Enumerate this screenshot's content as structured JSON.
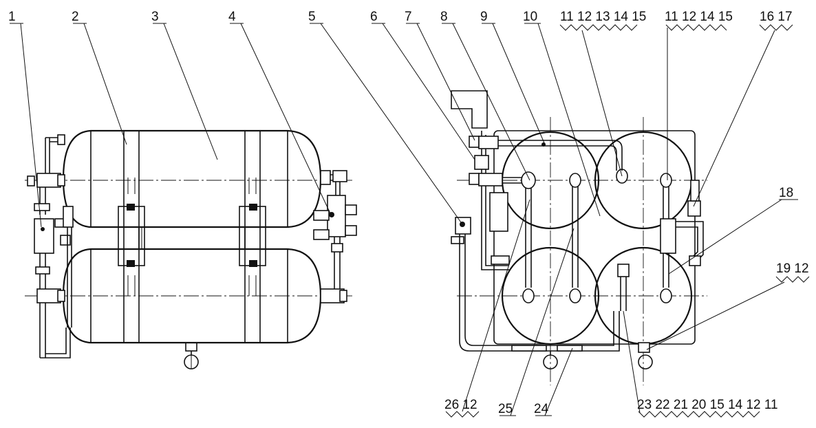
{
  "figure": {
    "callouts": {
      "c1": "1",
      "c2": "2",
      "c3": "3",
      "c4": "4",
      "c5": "5",
      "c6": "6",
      "c7": "7",
      "c8": "8",
      "c9": "9",
      "c10": "10",
      "g_11_15": "11 12 13 14 15",
      "g_11_15b": "11 12 14 15",
      "g_16_17": "16 17",
      "c18": "18",
      "g_19_12": "19 12",
      "g_26_12": "26 12",
      "c25": "25",
      "c24": "24",
      "g_23_11": "23 22 21 20 15 14 12 11"
    }
  },
  "colors": {
    "ink": "#111111",
    "paper": "#ffffff"
  }
}
